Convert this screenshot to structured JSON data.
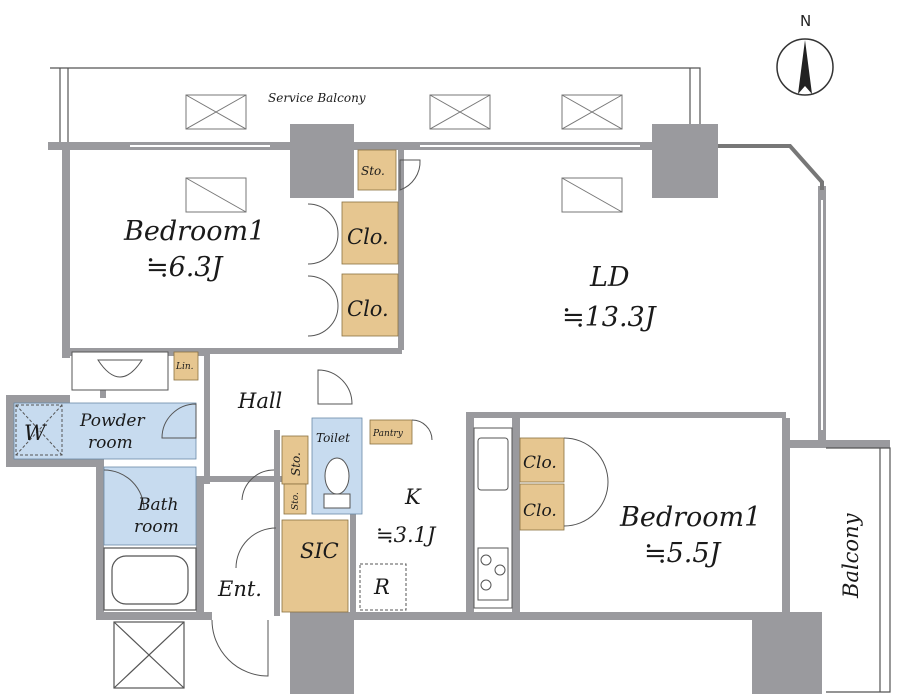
{
  "compass": {
    "north": "N"
  },
  "rooms": {
    "service_balcony": "Service Balcony",
    "bedroom1": {
      "name": "Bedroom1",
      "size": "≒6.3J"
    },
    "ld": {
      "name": "LD",
      "size": "≒13.3J"
    },
    "bedroom2": {
      "name": "Bedroom1",
      "size": "≒5.5J"
    },
    "hall": "Hall",
    "kitchen": {
      "name": "K",
      "size": "≒3.1J"
    },
    "toilet": "Toilet",
    "pantry": "Pantry",
    "powder_room": {
      "line1": "Powder",
      "line2": "room"
    },
    "bath_room": {
      "line1": "Bath",
      "line2": "room"
    },
    "washer": "W",
    "linen": "Lin.",
    "entrance": "Ent.",
    "sic": "SIC",
    "refrigerator": "R",
    "balcony": "Balcony",
    "sto_top": "Sto.",
    "sto_hall": "Sto.",
    "sto_small": "Sto.",
    "clo_1": "Clo.",
    "clo_2": "Clo.",
    "clo_3": "Clo.",
    "clo_4": "Clo."
  },
  "colors": {
    "wall": "#9a9a9e",
    "storage": "#e6c690",
    "wet_area": "#c7dbef",
    "line": "#444444"
  }
}
